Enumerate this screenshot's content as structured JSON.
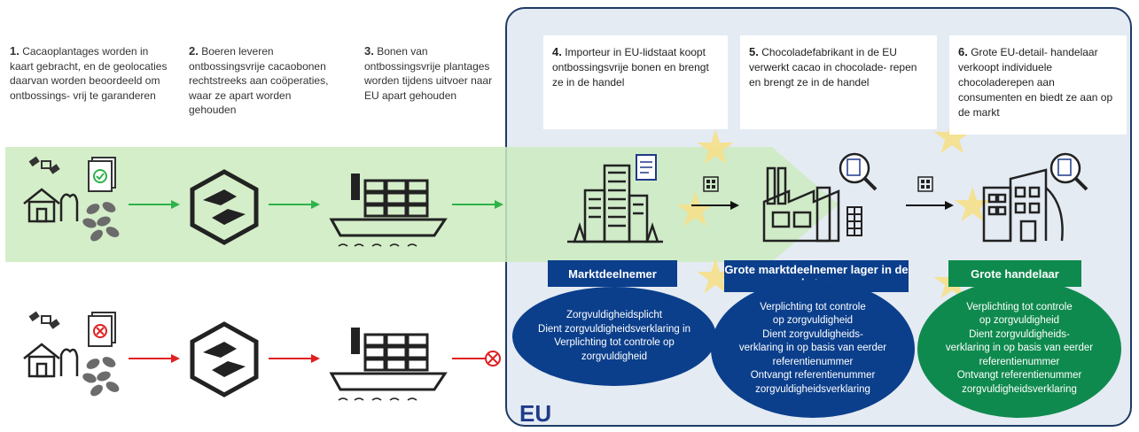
{
  "steps": [
    {
      "num": "1.",
      "text": "Cacaoplantages worden in kaart gebracht, en de geolocaties daarvan worden beoordeeld om ontbossings- vrij te garanderen"
    },
    {
      "num": "2.",
      "text": "Boeren leveren ontbossingsvrije cacaobonen rechtstreeks aan coöperaties, waar ze apart worden gehouden"
    },
    {
      "num": "3.",
      "text": "Bonen van ontbossingsvrije plantages worden tijdens uitvoer naar EU apart gehouden"
    },
    {
      "num": "4.",
      "text": "Importeur in EU-lidstaat koopt ontbossingsvrije bonen en brengt ze in de handel"
    },
    {
      "num": "5.",
      "text": "Chocoladefabrikant in de EU verwerkt cacao in chocolade- repen en brengt ze in de handel"
    },
    {
      "num": "6.",
      "text": "Grote EU-detail- handelaar verkoopt individuele chocoladerepen aan consumenten en biedt ze aan op de markt"
    }
  ],
  "roles": {
    "marktdeelnemer": "Marktdeelnemer",
    "grote_marktdeelnemer": "Grote marktdeelnemer lager in de keten",
    "grote_handelaar": "Grote handelaar"
  },
  "obligations": {
    "marktdeelnemer": [
      "Zorgvuldigheidsplicht",
      "Dient zorgvuldigheidsverklaring in",
      "Verplichting tot controle op",
      "zorgvuldigheid"
    ],
    "grote_marktdeelnemer": [
      "Verplichting tot controle",
      "op zorgvuldigheid",
      "Dient zorgvuldigheids-",
      "verklaring in op basis van eerder",
      "referentienummer",
      "Ontvangt referentienummer",
      "zorgvuldigheidsverklaring"
    ],
    "grote_handelaar": [
      "Verplichting tot controle",
      "op zorgvuldigheid",
      "Dient zorgvuldigheids-",
      "verklaring in op basis van eerder",
      "referentienummer",
      "Ontvangt referentienummer",
      "zorgvuldigheidsverklaring"
    ]
  },
  "eu_label": "EU",
  "colors": {
    "eu_border": "#1f3a66",
    "eu_fill": "#e4ebf3",
    "green_band": "#ccebc0",
    "navy": "#0b3f8c",
    "green": "#0f8a4e",
    "arrow_green": "#2fb34a",
    "arrow_red": "#e02020",
    "star": "#f6e08a"
  },
  "icons": [
    "satellite-icon",
    "farm-icon",
    "document-check-icon",
    "document-reject-icon",
    "cocoa-beans-icon",
    "handshake-icon",
    "cargo-ship-icon",
    "office-building-icon",
    "factory-icon",
    "retail-building-icon",
    "qr-code-icon",
    "magnifier-document-icon",
    "reject-circle-icon",
    "star-icon"
  ]
}
